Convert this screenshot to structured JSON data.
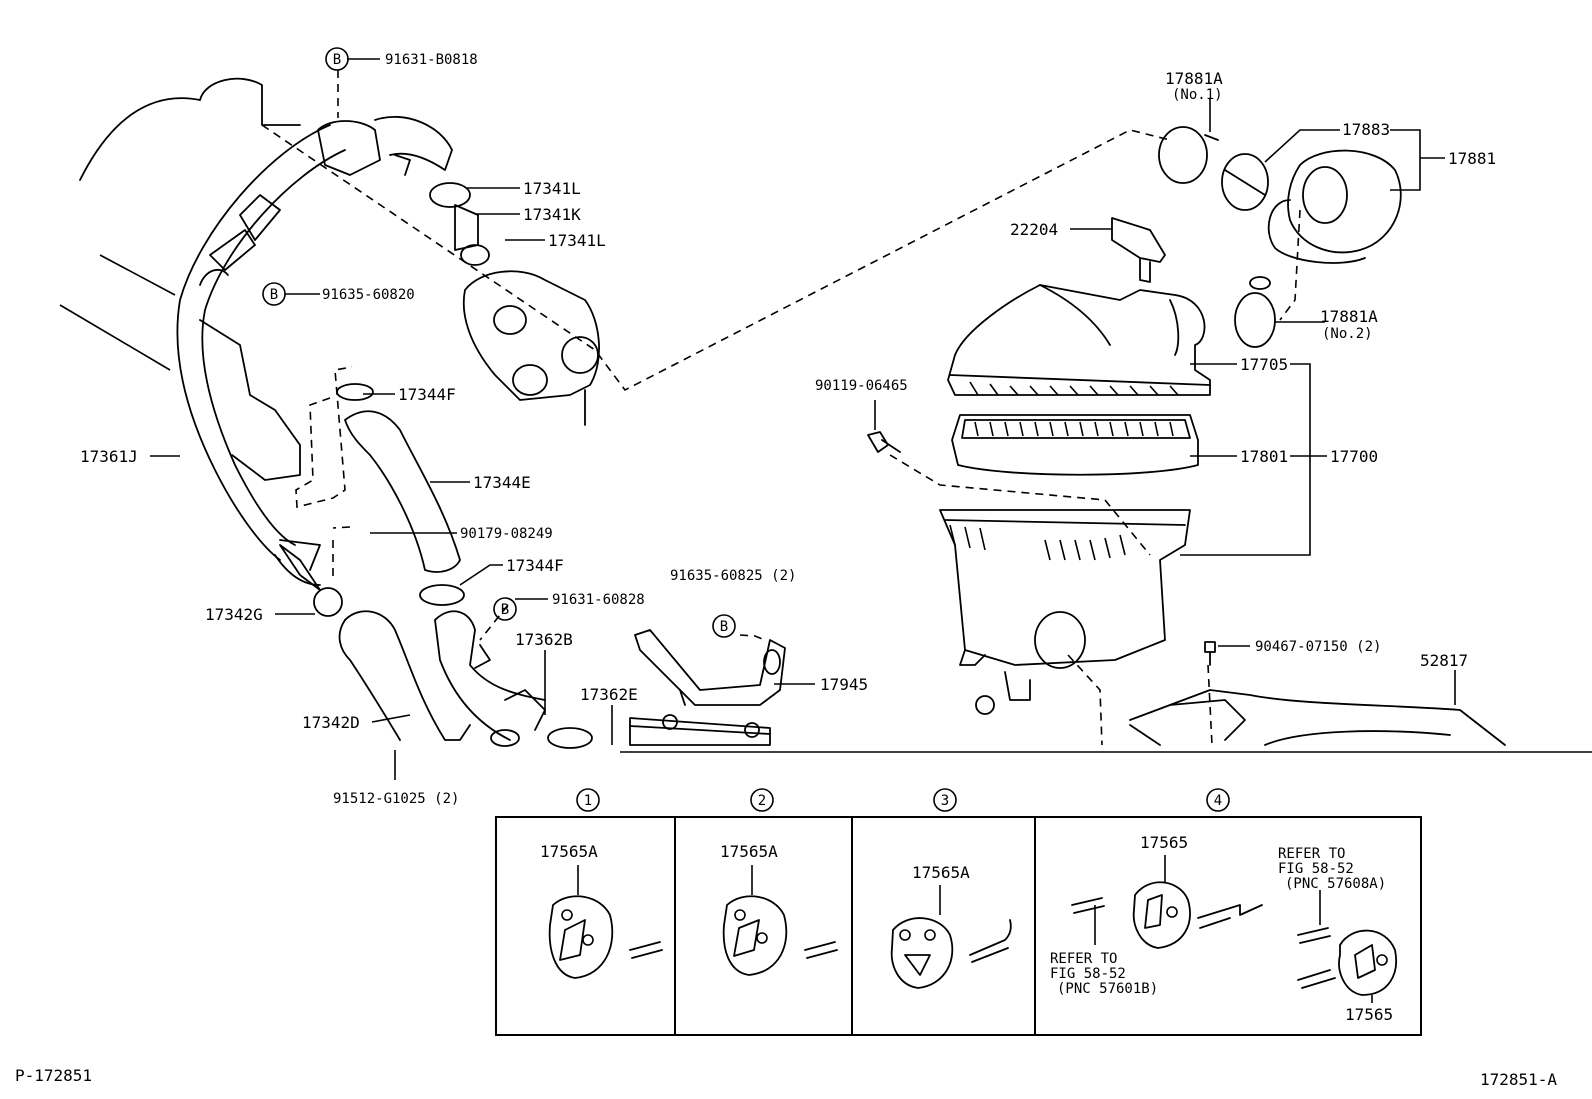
{
  "labels": {
    "b_91631_b0818": "91631-B0818",
    "b_17341L_top": "17341L",
    "b_17341K": "17341K",
    "b_17341L_bot": "17341L",
    "b_91635_60820": "91635-60820",
    "b_17344F_top": "17344F",
    "b_17361J": "17361J",
    "b_17344E": "17344E",
    "b_90179_08249": "90179-08249",
    "b_17344F_bot": "17344F",
    "b_91631_60828": "91631-60828",
    "b_17342G": "17342G",
    "b_17362B": "17362B",
    "b_91635_60825": "91635-60825 (2)",
    "b_17945": "17945",
    "b_17362E": "17362E",
    "b_17342D": "17342D",
    "b_91512_g1025": "91512-G1025 (2)",
    "b_17881A_no1": "17881A",
    "b_no1": "(No.1)",
    "b_17883": "17883",
    "b_17881": "17881",
    "b_22204": "22204",
    "b_17881A_no2": "17881A",
    "b_no2": "(No.2)",
    "b_90119_06465": "90119-06465",
    "b_17705": "17705",
    "b_17801": "17801",
    "b_17700": "17700",
    "b_90467_07150": "90467-07150 (2)",
    "b_52817": "52817"
  },
  "callout_letter": "B",
  "variants": [
    {
      "number": "1",
      "part": "17565A"
    },
    {
      "number": "2",
      "part": "17565A"
    },
    {
      "number": "3",
      "part": "17565A"
    },
    {
      "number": "4",
      "part_top": "17565",
      "part_bottom": "17565",
      "refer_right": [
        "REFER TO",
        "FIG 58-52",
        "(PNC 57608A)"
      ],
      "refer_left": [
        "REFER TO",
        "FIG 58-52",
        "(PNC 57601B)"
      ]
    }
  ],
  "footer": {
    "left_code": "P-172851",
    "right_code": "172851-A"
  }
}
